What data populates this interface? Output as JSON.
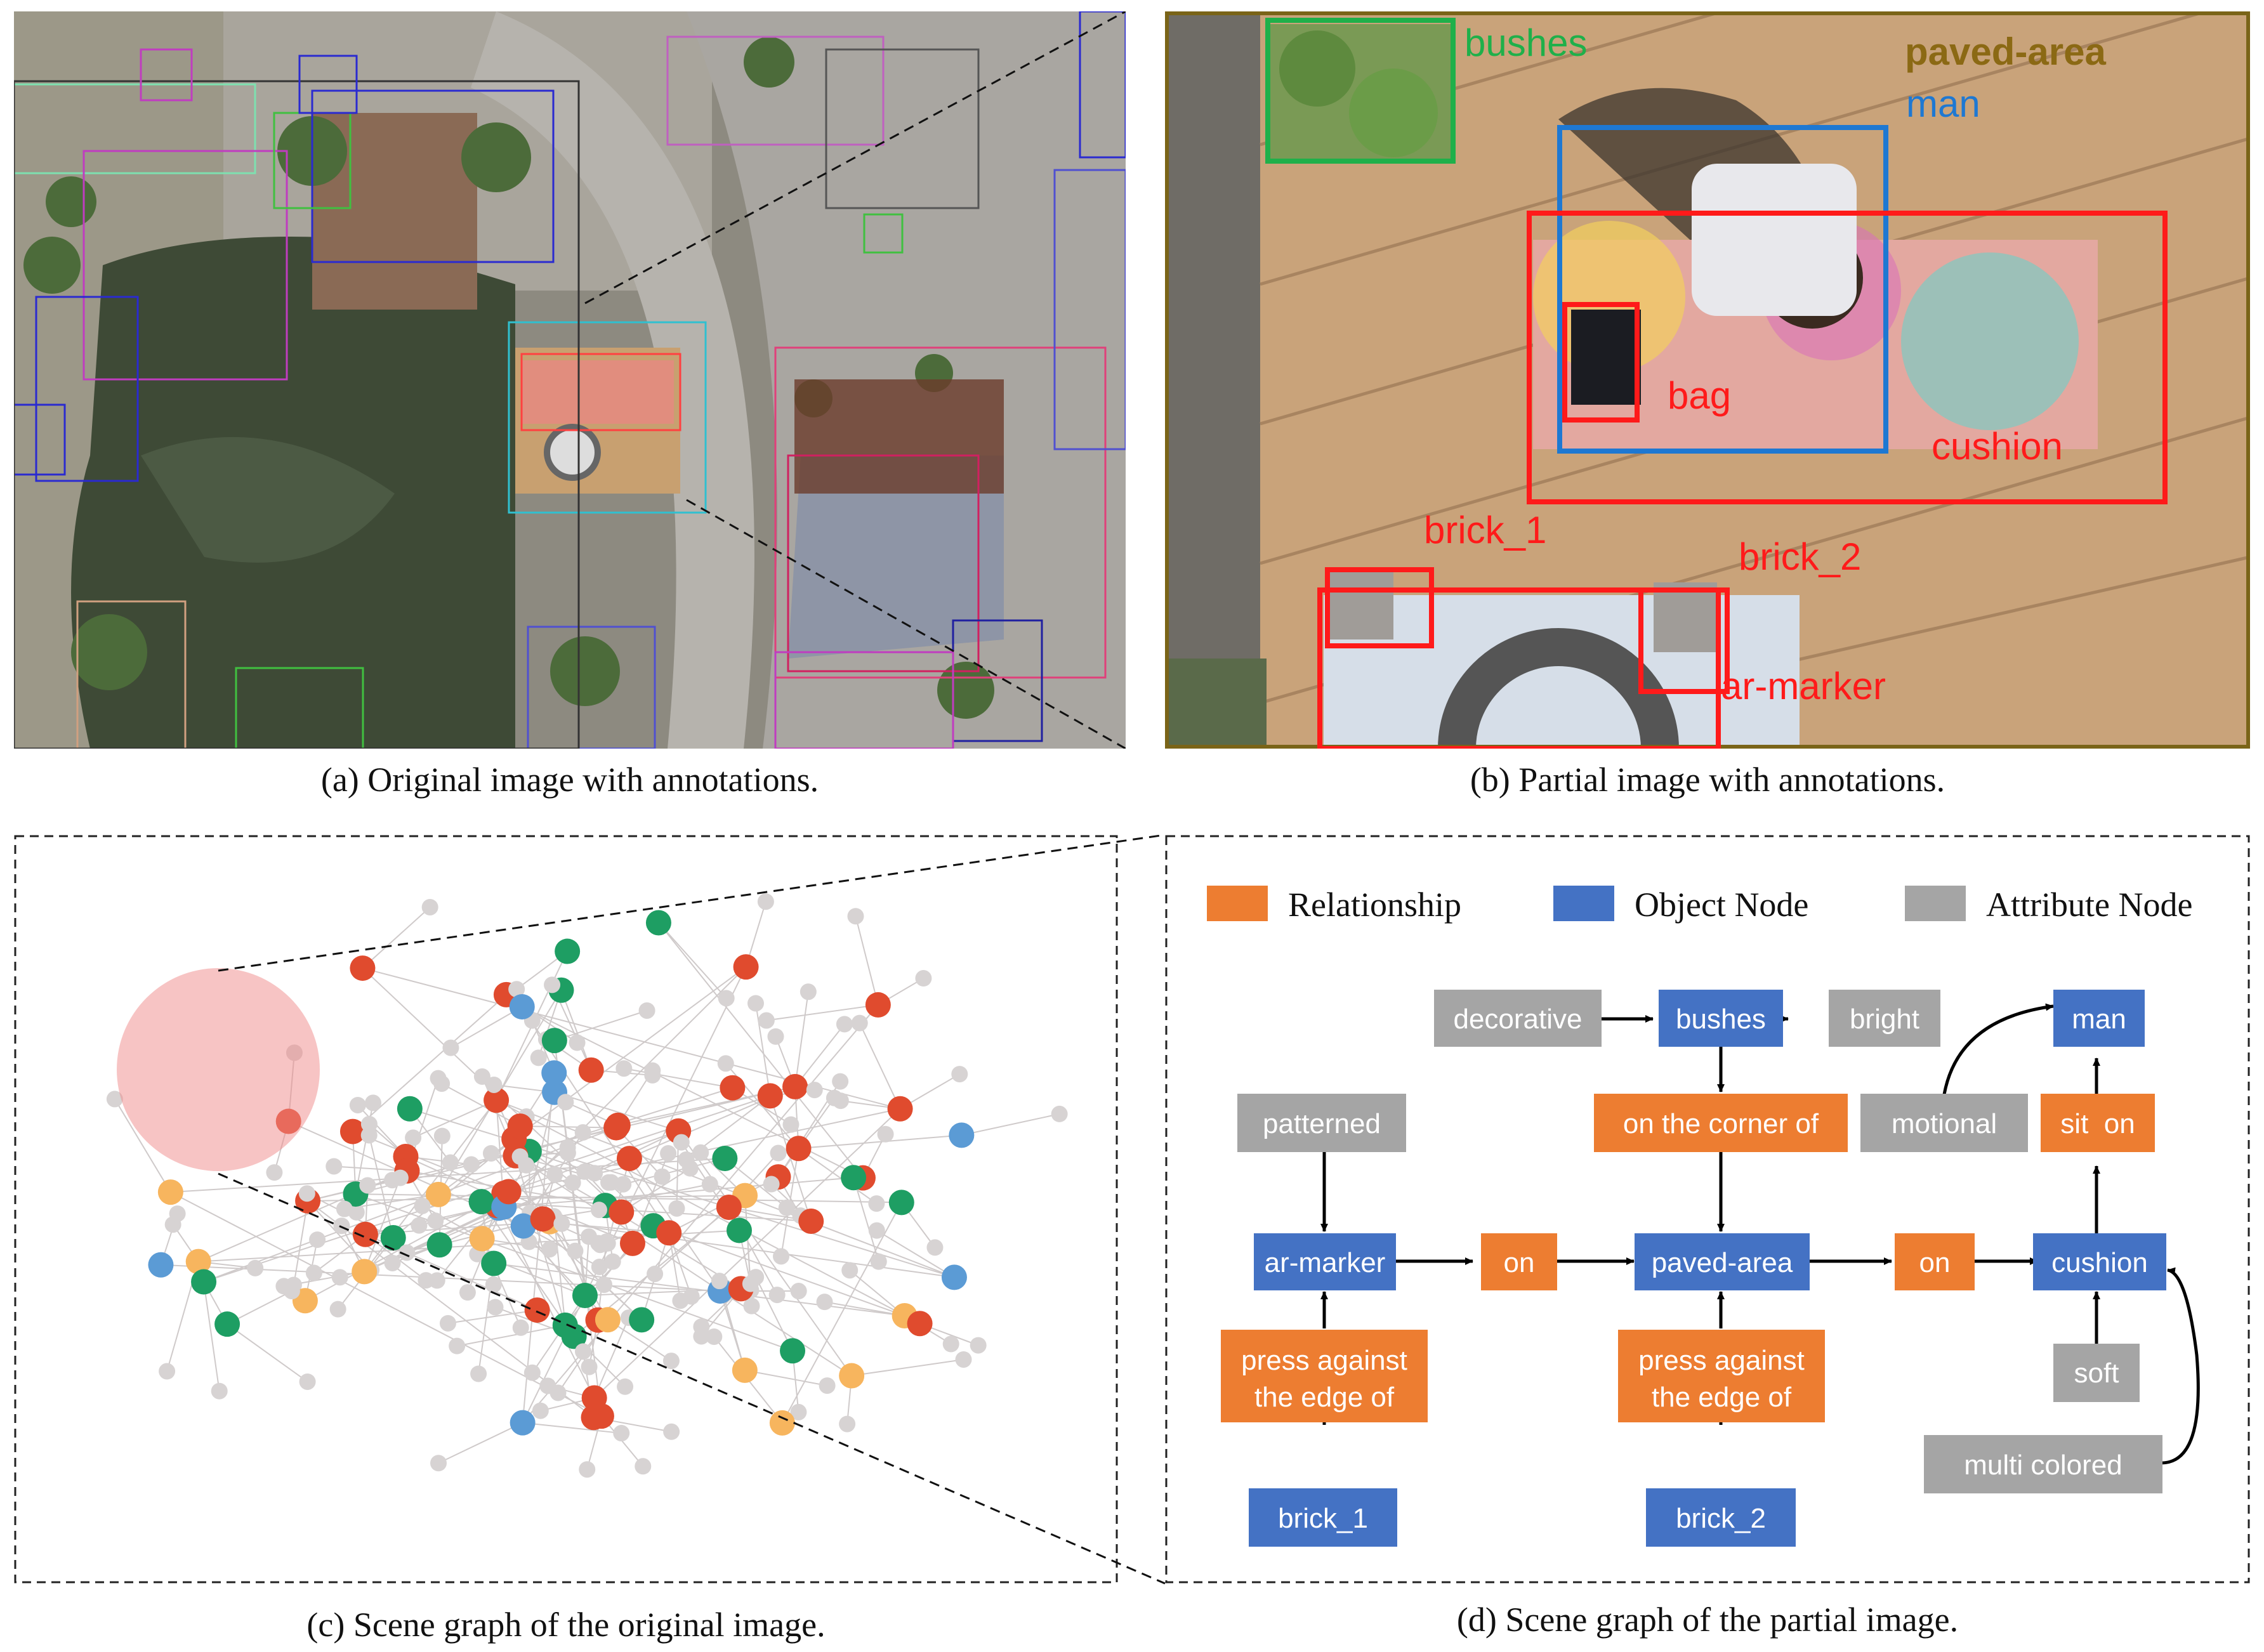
{
  "captions": {
    "a": "(a) Original image with annotations.",
    "b": "(b) Partial image with annotations.",
    "c": "(c) Scene graph of the original image.",
    "d": "(d) Scene graph of the partial image."
  },
  "panel_b_labels": {
    "bushes": "bushes",
    "paved_area": "paved-area",
    "man": "man",
    "bag": "bag",
    "cushion": "cushion",
    "brick_1": "brick_1",
    "brick_2": "brick_2",
    "ar_marker": "ar-marker"
  },
  "legend": {
    "relationship": "Relationship",
    "object_node": "Object Node",
    "attribute_node": "Attribute Node"
  },
  "graph_d": {
    "decorative": "decorative",
    "bushes": "bushes",
    "bright": "bright",
    "man": "man",
    "patterned": "patterned",
    "on_the_corner_of": "on the corner of",
    "motional": "motional",
    "sit_on": "sit  on",
    "ar_marker": "ar-marker",
    "on_left": "on",
    "paved_area": "paved-area",
    "on_right": "on",
    "cushion": "cushion",
    "press_against_1_l1": "press against",
    "press_against_1_l2": "the edge of",
    "press_against_2_l1": "press against",
    "press_against_2_l2": "the edge of",
    "soft": "soft",
    "multi_colored": "multi colored",
    "brick_1": "brick_1",
    "brick_2": "brick_2"
  },
  "colors": {
    "relationship": "#ED7D31",
    "object": "#4472C4",
    "attribute": "#A5A5A5",
    "box_red": "#FF1A1A",
    "box_blue": "#1E78D2",
    "box_green": "#1FB04A",
    "label_brown": "#8B6914",
    "node_red": "#E04B2E",
    "node_green": "#1E9E63",
    "node_orange": "#F7B55E",
    "node_blue": "#5B9BD5",
    "node_gray": "#D7D3D3"
  }
}
